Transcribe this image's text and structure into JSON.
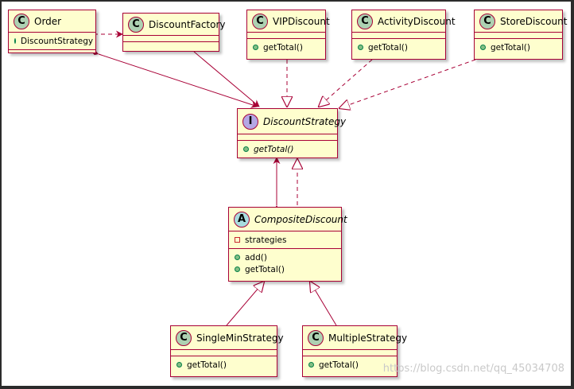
{
  "classes": {
    "order": {
      "stereotype": "C",
      "name": "Order",
      "attributes": [
        "DiscountStrategy"
      ],
      "methods": []
    },
    "discount_factory": {
      "stereotype": "C",
      "name": "DiscountFactory",
      "attributes": [],
      "methods": []
    },
    "vip_discount": {
      "stereotype": "C",
      "name": "VIPDiscount",
      "attributes": [],
      "methods": [
        "getTotal()"
      ]
    },
    "activity_discount": {
      "stereotype": "C",
      "name": "ActivityDiscount",
      "attributes": [],
      "methods": [
        "getTotal()"
      ]
    },
    "store_discount": {
      "stereotype": "C",
      "name": "StoreDiscount",
      "attributes": [],
      "methods": [
        "getTotal()"
      ]
    },
    "discount_strategy": {
      "stereotype": "I",
      "name": "DiscountStrategy",
      "attributes": [],
      "methods": [
        "getTotal()"
      ]
    },
    "composite_discount": {
      "stereotype": "A",
      "name": "CompositeDiscount",
      "attributes": [
        "strategies"
      ],
      "methods": [
        "add()",
        "getTotal()"
      ]
    },
    "single_min_strategy": {
      "stereotype": "C",
      "name": "SingleMinStrategy",
      "attributes": [],
      "methods": [
        "getTotal()"
      ]
    },
    "multiple_strategy": {
      "stereotype": "C",
      "name": "MultipleStrategy",
      "attributes": [],
      "methods": [
        "getTotal()"
      ]
    }
  },
  "colors": {
    "border": "#a80036",
    "fill": "#fefece",
    "class_badge": "#add1b2",
    "interface_badge": "#b4a7e5",
    "abstract_badge": "#a9dcdf",
    "edge": "#a80036"
  },
  "watermark": "https://blog.csdn.net/qq_45034708"
}
